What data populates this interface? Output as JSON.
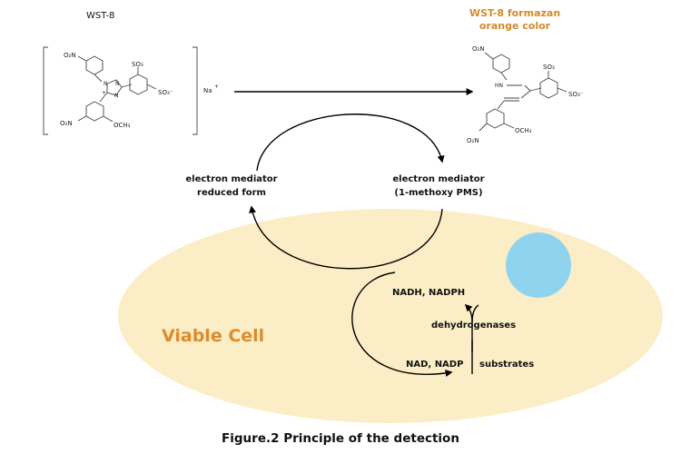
{
  "diagram": {
    "reactant_label": "WST-8",
    "product_label_line1": "WST-8 formazan",
    "product_label_line2": "orange color",
    "product_color": "#d48a2a",
    "counter_ion": "Na",
    "mediator_reduced_line1": "electron mediator",
    "mediator_reduced_line2": "reduced form",
    "mediator_oxidized_line1": "electron mediator",
    "mediator_oxidized_line2": "(1-methoxy PMS)",
    "cell_label": "Viable Cell",
    "cell_label_color": "#e08a2a",
    "cell_fill": "#fbeec6",
    "nucleus_fill": "#8fd3ef",
    "nadh": "NADH, NADPH",
    "enzyme": "dehydrogenases",
    "nad": "NAD, NADP",
    "substrates": "substrates",
    "chem_text": {
      "o2n": "O₂N",
      "so3": "SO₃",
      "so3_minus": "SO₃⁻",
      "och3": "OCH₃",
      "n": "N",
      "hn": "HN",
      "plus": "+"
    }
  },
  "caption": "Figure.2 Principle of the detection"
}
